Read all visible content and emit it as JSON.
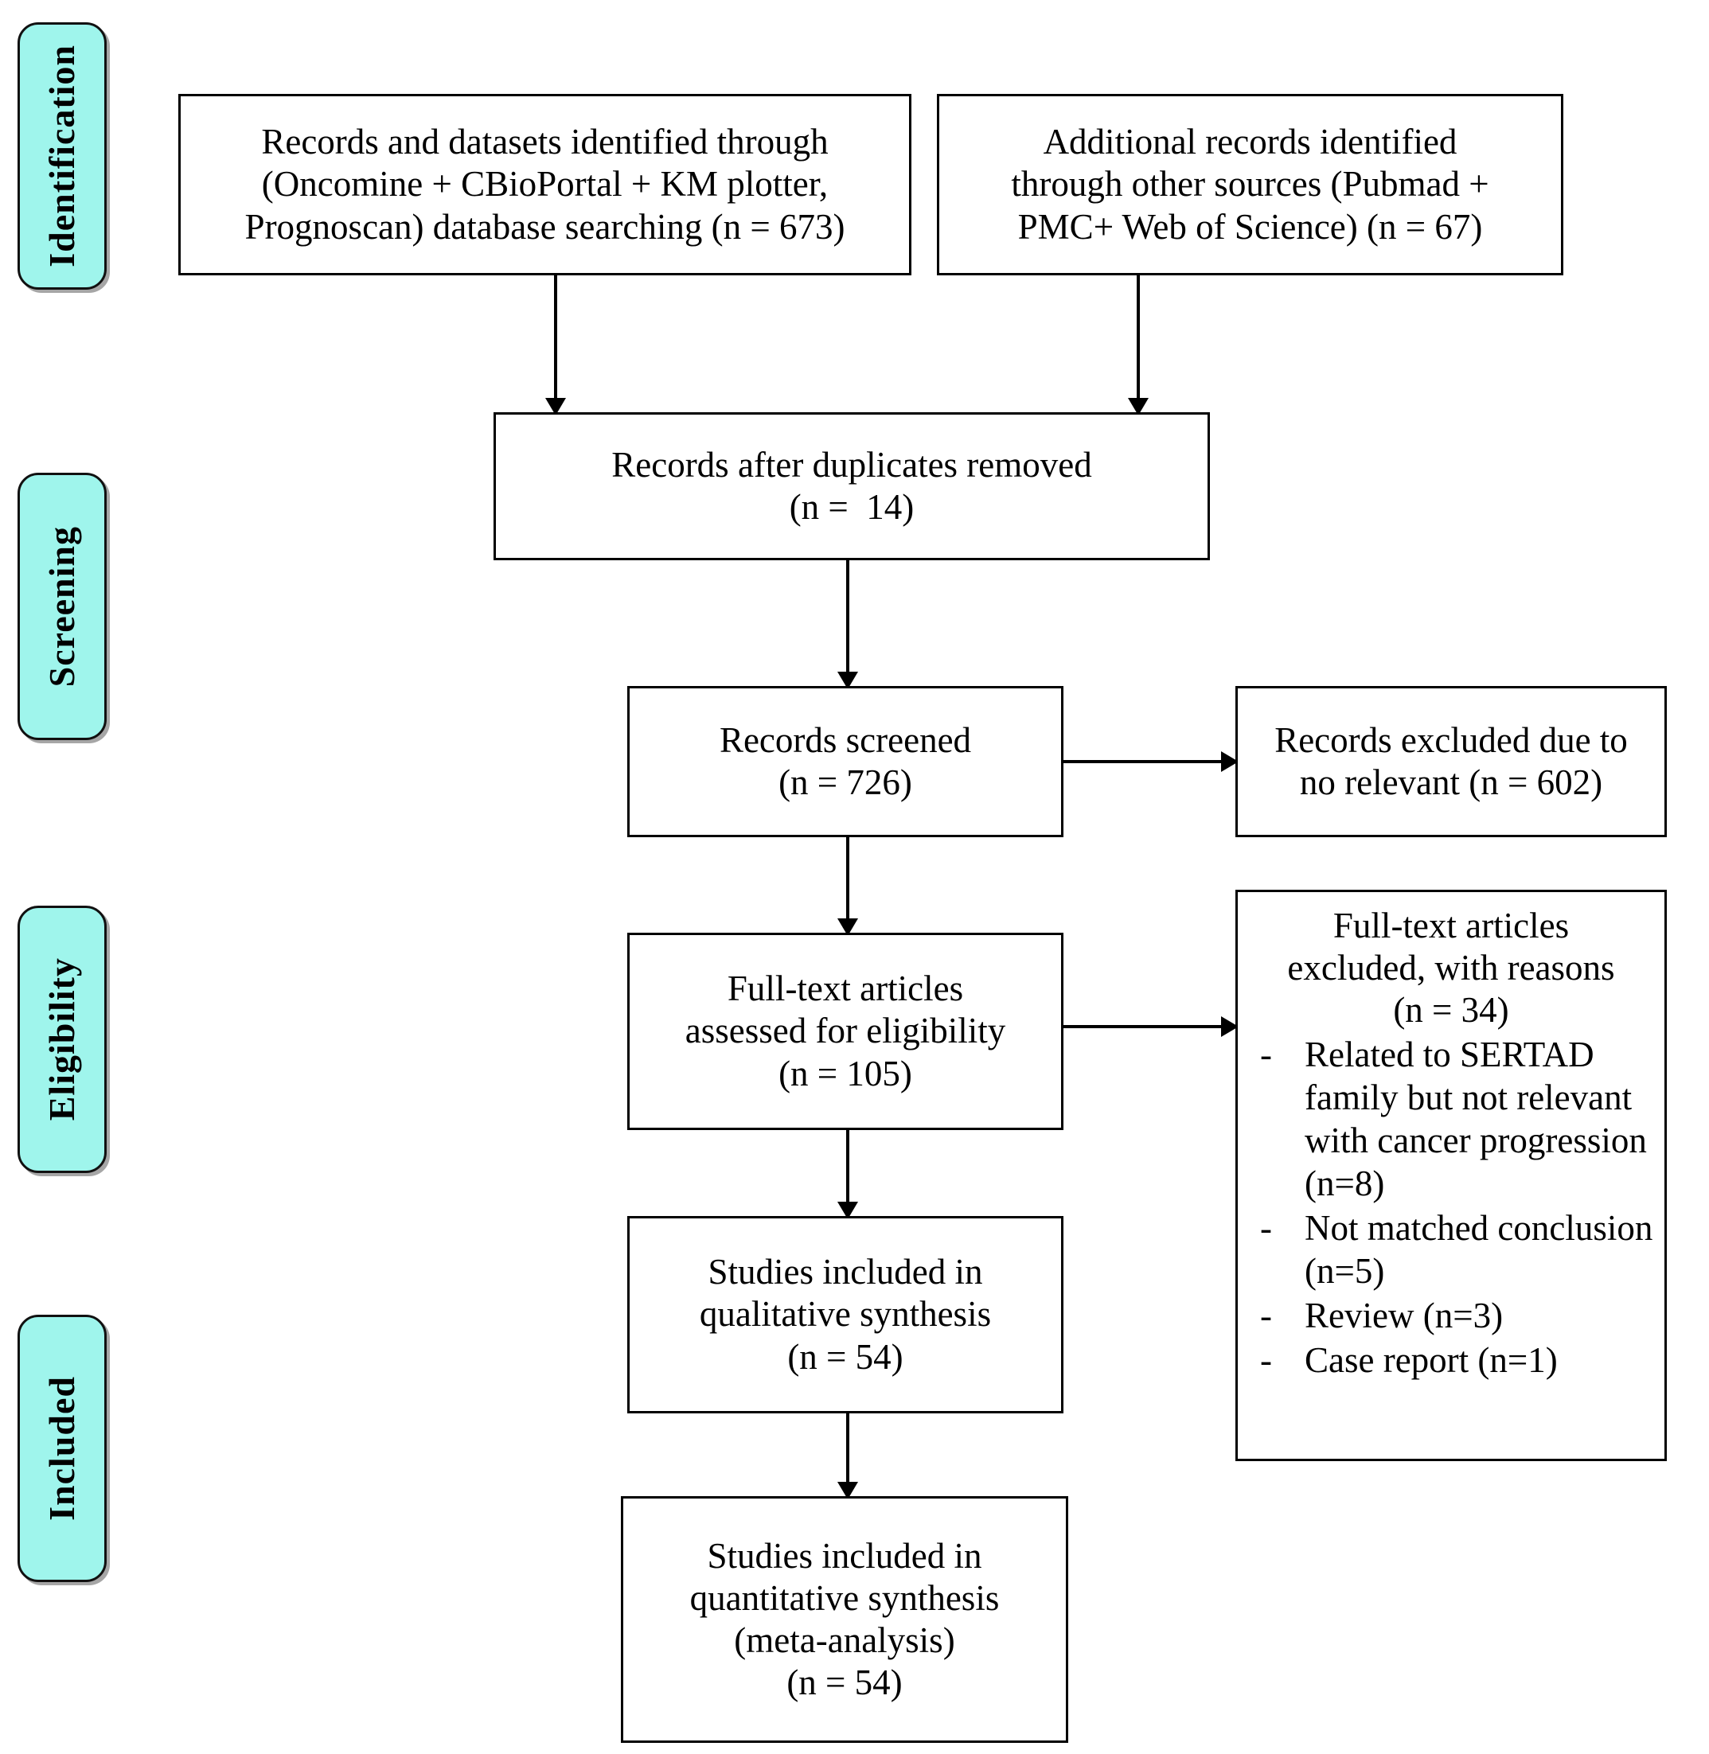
{
  "diagram": {
    "title": "PRISMA flow diagram",
    "accent_color": "#9FF5EC",
    "border_color": "#000000",
    "text_color": "#000000"
  },
  "stages": [
    {
      "label": "Identification"
    },
    {
      "label": "Screening"
    },
    {
      "label": "Eligibility"
    },
    {
      "label": "Included"
    }
  ],
  "boxes": {
    "identified_databases": {
      "lines": [
        "Records and datasets identified through",
        "(Oncomine + CBioPortal + KM plotter,",
        "Prognoscan) database searching (n = 673)"
      ]
    },
    "identified_other": {
      "lines": [
        "Additional records identified",
        "through other sources (Pubmad +",
        "PMC+ Web of Science) (n = 67)"
      ]
    },
    "duplicates_removed": {
      "lines": [
        "Records after duplicates removed",
        "(n =  14)"
      ]
    },
    "records_screened": {
      "lines": [
        "Records screened",
        "(n = 726)"
      ]
    },
    "records_excluded": {
      "lines": [
        "Records excluded due to",
        "no relevant (n = 602)"
      ]
    },
    "fulltext_assessed": {
      "lines": [
        "Full-text articles",
        "assessed for eligibility",
        "(n = 105)"
      ]
    },
    "fulltext_excluded": {
      "heading": [
        "Full-text articles",
        "excluded, with reasons",
        "(n = 34)"
      ],
      "bullet_marker": "-",
      "reasons": [
        "Related to SERTAD family but not relevant with cancer progression (n=8)",
        "Not matched conclusion (n=5)",
        "Review (n=3)",
        "Case report (n=1)"
      ]
    },
    "qualitative_synthesis": {
      "lines": [
        "Studies included in",
        "qualitative synthesis",
        "(n = 54)"
      ]
    },
    "quantitative_synthesis": {
      "lines": [
        "Studies included in",
        "quantitative synthesis",
        "(meta-analysis)",
        "(n = 54)"
      ]
    }
  }
}
